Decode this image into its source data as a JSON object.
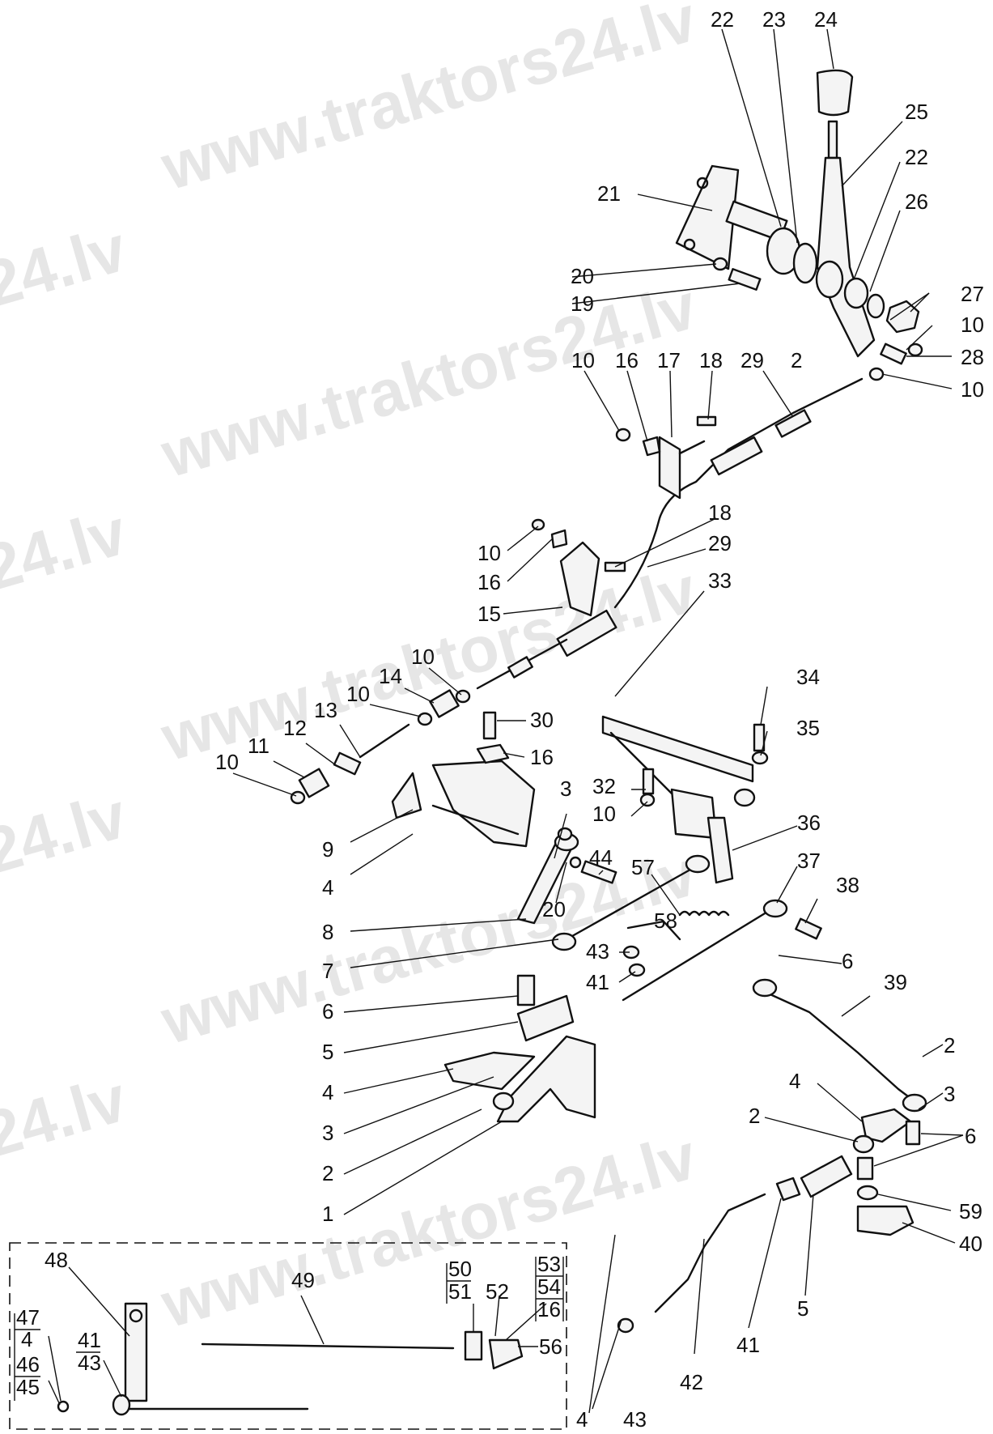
{
  "watermark": {
    "text": "www.traktors24.lv",
    "fragment": "24.lv"
  },
  "callouts": [
    "22",
    "23",
    "24",
    "25",
    "22",
    "26",
    "27",
    "10",
    "28",
    "10",
    "21",
    "20",
    "19",
    "10",
    "16",
    "17",
    "18",
    "29",
    "2",
    "18",
    "29",
    "10",
    "16",
    "15",
    "33",
    "10",
    "14",
    "10",
    "13",
    "12",
    "11",
    "10",
    "30",
    "16",
    "34",
    "35",
    "9",
    "4",
    "3",
    "32",
    "10",
    "36",
    "44",
    "57",
    "20",
    "37",
    "38",
    "8",
    "58",
    "7",
    "43",
    "41",
    "6",
    "6",
    "39",
    "5",
    "4",
    "3",
    "2",
    "1",
    "2",
    "4",
    "3",
    "2",
    "6",
    "59",
    "40",
    "5",
    "41",
    "42",
    "43",
    "4",
    "48",
    "49",
    "50",
    "51",
    "52",
    "53",
    "54",
    "16",
    "56",
    "47",
    "4",
    "41",
    "43",
    "46",
    "45"
  ]
}
